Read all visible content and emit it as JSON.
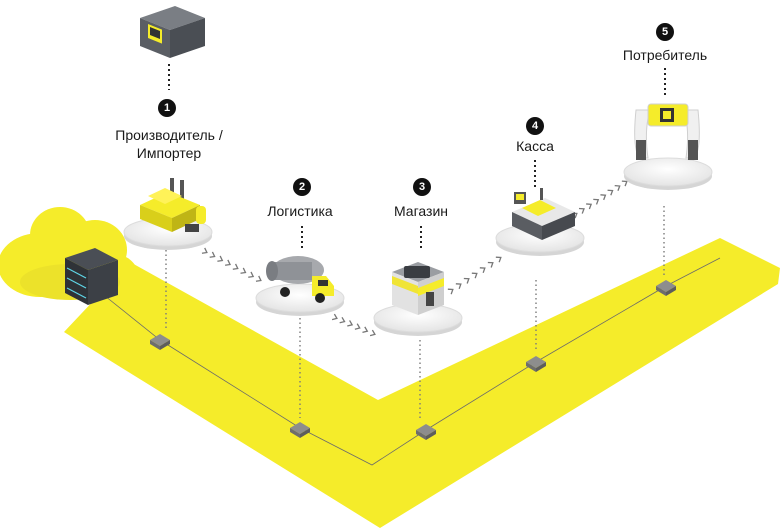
{
  "steps": [
    {
      "number": "1",
      "label_line1": "Производитель /",
      "label_line2": "Импортер"
    },
    {
      "number": "2",
      "label_line1": "Логистика",
      "label_line2": ""
    },
    {
      "number": "3",
      "label_line1": "Магазин",
      "label_line2": ""
    },
    {
      "number": "4",
      "label_line1": "Касса",
      "label_line2": ""
    },
    {
      "number": "5",
      "label_line1": "Потребитель",
      "label_line2": ""
    }
  ],
  "colors": {
    "accent_yellow": "#f5ec2a",
    "dark": "#2b2b2b",
    "node_gray": "#8a8a8a",
    "platform": "#eeeeee"
  },
  "icons": [
    "cloud-icon",
    "server-icon",
    "package-icon",
    "factory-icon",
    "truck-icon",
    "shop-icon",
    "cash-register-icon",
    "phone-icon"
  ]
}
